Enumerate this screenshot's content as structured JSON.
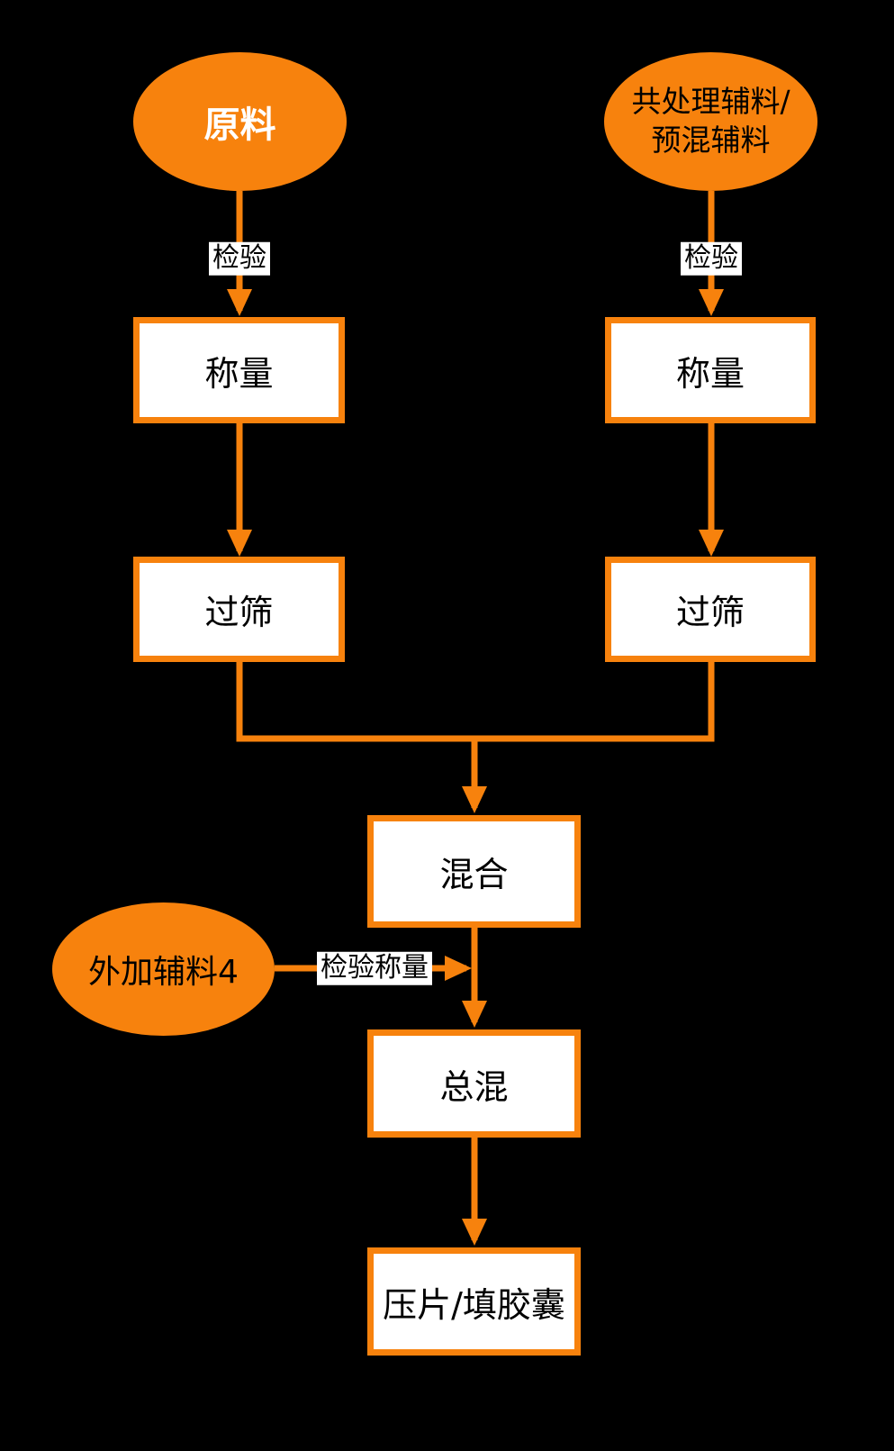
{
  "diagram": {
    "background": "#000000",
    "accent": "#F7820D",
    "node_fill": "#FFFFFF",
    "nodes": {
      "raw_material": {
        "label": "原料"
      },
      "coprocessed": {
        "label_line1": "共处理辅料/",
        "label_line2": "预混辅料"
      },
      "weigh_left": {
        "label": "称量"
      },
      "weigh_right": {
        "label": "称量"
      },
      "sieve_left": {
        "label": "过筛"
      },
      "sieve_right": {
        "label": "过筛"
      },
      "mix": {
        "label": "混合"
      },
      "extra_excipient": {
        "label": "外加辅料4"
      },
      "final_mix": {
        "label": "总混"
      },
      "tablet_capsule": {
        "label": "压片/填胶囊"
      }
    },
    "edge_labels": {
      "inspect_left": "检验",
      "inspect_right": "检验",
      "inspect_weigh": "检验称量"
    }
  }
}
